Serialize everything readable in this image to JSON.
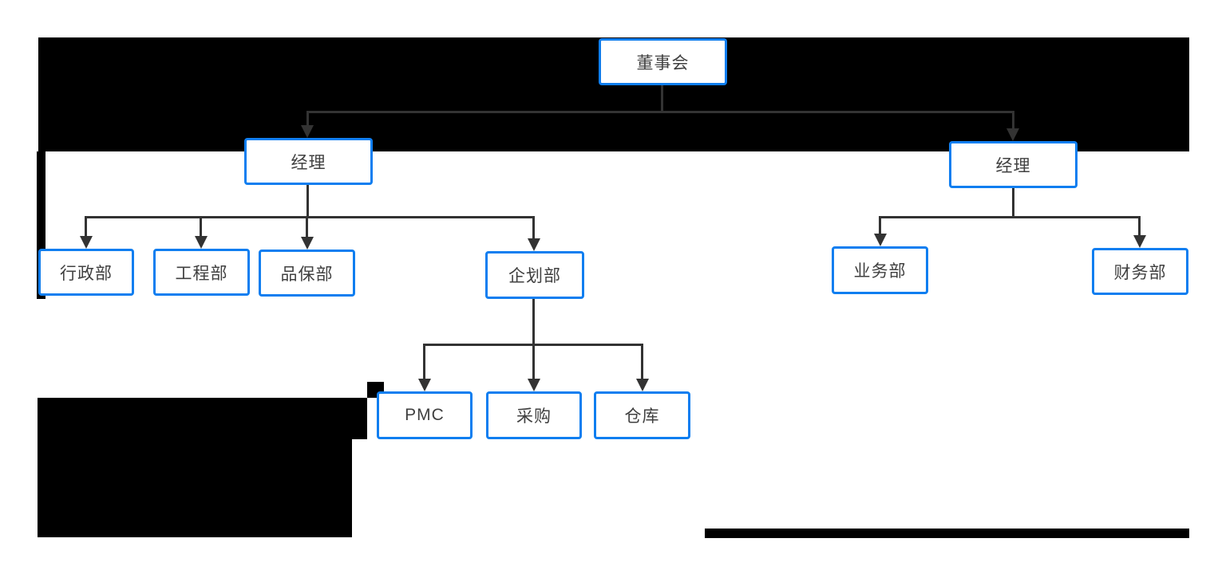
{
  "diagram": {
    "type": "org-chart",
    "nodes": {
      "board": {
        "label": "董事会"
      },
      "manager_left": {
        "label": "经理"
      },
      "manager_right": {
        "label": "经理"
      },
      "admin": {
        "label": "行政部"
      },
      "engineering": {
        "label": "工程部"
      },
      "quality": {
        "label": "品保部"
      },
      "planning": {
        "label": "企划部"
      },
      "pmc": {
        "label": "PMC"
      },
      "purchasing": {
        "label": "采购"
      },
      "warehouse": {
        "label": "仓库"
      },
      "sales": {
        "label": "业务部"
      },
      "finance": {
        "label": "财务部"
      }
    },
    "edges": [
      {
        "from": "董事会",
        "to": "经理 (left)"
      },
      {
        "from": "董事会",
        "to": "经理 (right)"
      },
      {
        "from": "经理 (left)",
        "to": "行政部"
      },
      {
        "from": "经理 (left)",
        "to": "工程部"
      },
      {
        "from": "经理 (left)",
        "to": "品保部"
      },
      {
        "from": "经理 (left)",
        "to": "企划部"
      },
      {
        "from": "企划部",
        "to": "PMC"
      },
      {
        "from": "企划部",
        "to": "采购"
      },
      {
        "from": "企划部",
        "to": "仓库"
      },
      {
        "from": "经理 (right)",
        "to": "业务部"
      },
      {
        "from": "经理 (right)",
        "to": "财务部"
      }
    ],
    "colors": {
      "node_border": "#0f7ef0",
      "node_fill": "#ffffff",
      "node_text": "#404040",
      "connector": "#333333",
      "blackout": "#000000",
      "background": "#ffffff"
    }
  }
}
